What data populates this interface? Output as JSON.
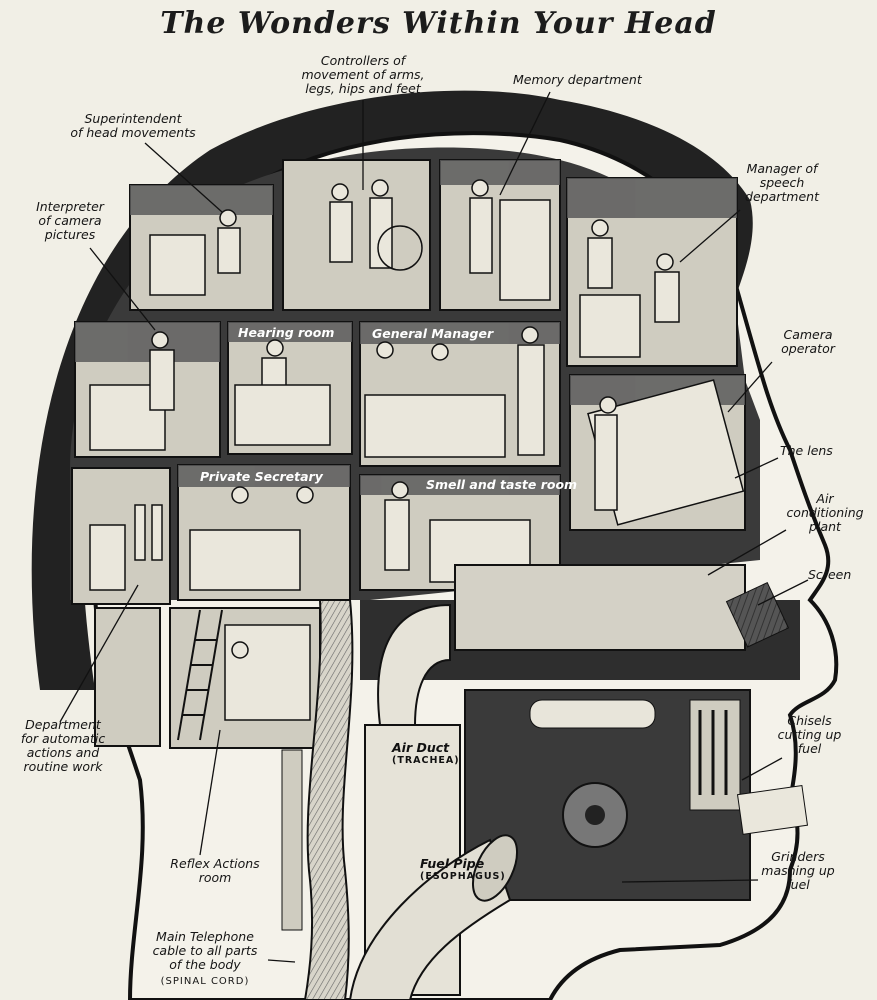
{
  "title": "The Wonders Within Your Head",
  "callouts": {
    "controllers": "Controllers of\nmovement of arms,\nlegs, hips and feet",
    "memory": "Memory department",
    "superintendent": "Superintendent\nof head movements",
    "speech": "Manager of\nspeech\ndepartment",
    "interpreter": "Interpreter\nof camera\npictures",
    "camera_operator": "Camera\noperator",
    "lens": "The lens",
    "air_conditioning": "Air\nconditioning\nplant",
    "screen": "Screen",
    "chisels": "Chisels\ncutting up\nfuel",
    "automatic": "Department\nfor automatic\nactions and\nroutine work",
    "reflex": "Reflex Actions\nroom",
    "grinders": "Grinders\nmashing up\nfuel",
    "telephone": "Main Telephone\ncable to all parts\nof the body",
    "telephone_sub": "(SPINAL CORD)"
  },
  "rooms": {
    "hearing": "Hearing room",
    "general_manager": "General Manager",
    "private_secretary": "Private Secretary",
    "smell_taste": "Smell and taste room",
    "air_duct": "Air Duct",
    "air_duct_sub": "(TRACHEA)",
    "fuel_pipe": "Fuel Pipe",
    "fuel_pipe_sub": "(ESOPHAGUS)"
  }
}
